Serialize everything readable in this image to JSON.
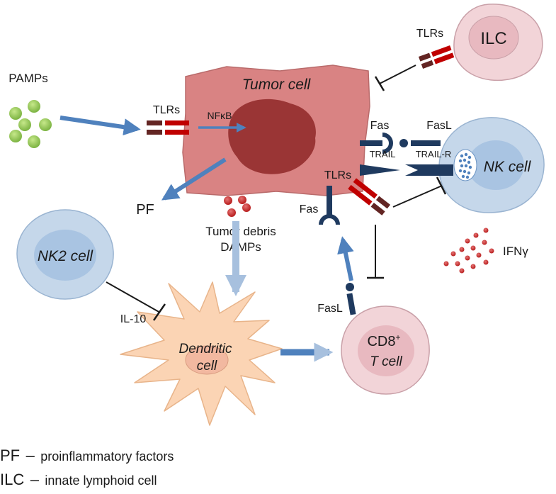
{
  "cells": {
    "tumor": "Tumor cell",
    "ilc": "ILC",
    "nk": "NK cell",
    "nk2": "NK2 cell",
    "dendritic_line1": "Dendritic",
    "dendritic_line2": "cell",
    "cd8_main": "CD8",
    "cd8_sup": "+",
    "cd8_line2": "T cell"
  },
  "labels": {
    "pamps": "PAMPs",
    "tlrs_left": "TLRs",
    "tlrs_ilc": "TLRs",
    "tlrs_tumor": "TLRs",
    "nfkb": "NFκB",
    "fas_right": "Fas",
    "fasl_right": "FasL",
    "trail": "TRAIL",
    "trail_r": "TRAIL-R",
    "fas_bottom": "Fas",
    "fasl_bottom": "FasL",
    "pf": "PF",
    "debris_line1": "Tumor debris",
    "debris_line2": "DAMPs",
    "ifng": "IFNγ",
    "il10": "IL-10"
  },
  "legend": [
    {
      "term": "PF",
      "dash": "–",
      "definition": "proinflammatory factors"
    },
    {
      "term": "ILC",
      "dash": "–",
      "definition": "innate lymphoid cell"
    }
  ],
  "colors": {
    "tumor_fill": "#d98383",
    "nucleus": "#9a3535",
    "arrow_blue": "#4f81bd",
    "dark_navy": "#1f3a5f",
    "tlr_red": "#c00000",
    "tlr_dark": "#632523",
    "pamp_green": "#8dc63f",
    "nk_blue": "#c5d7ea",
    "pink_cell": "#f2d4d8",
    "dendritic": "#fbd4b4",
    "dot_red": "#c0392b"
  },
  "icons": [
    "tlr-receptor-icon",
    "fas-receptor-icon",
    "fasl-ligand-icon",
    "trail-ligand-icon",
    "inhibition-arrow-icon",
    "activation-arrow-icon"
  ]
}
